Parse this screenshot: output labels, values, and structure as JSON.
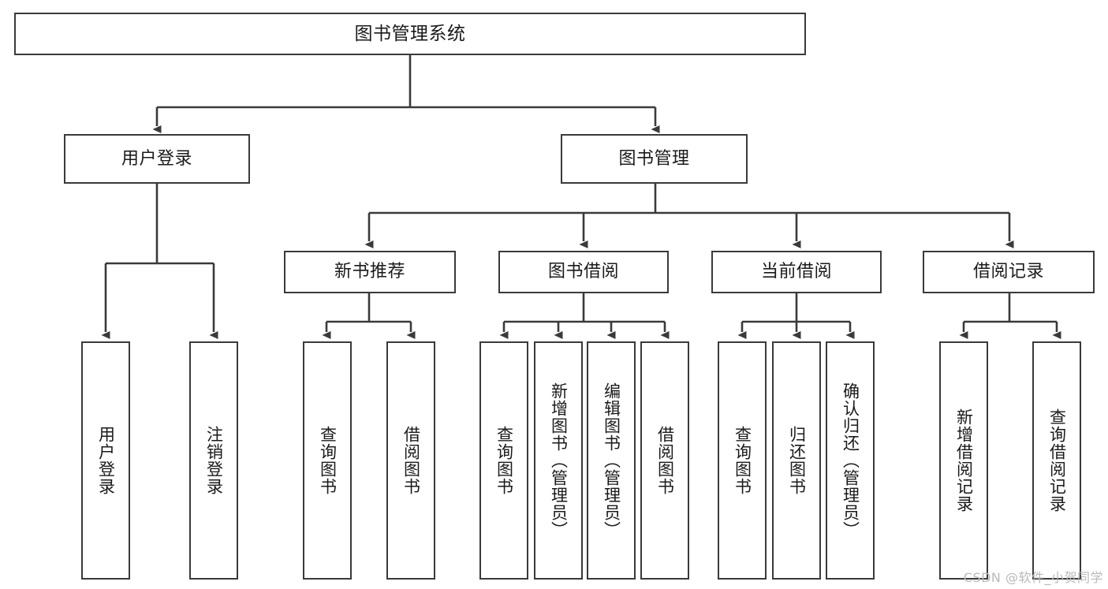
{
  "diagram": {
    "type": "tree",
    "title": "图书管理系统",
    "stroke_color": "#3a3a3a",
    "box_fill": "#ffffff",
    "text_color": "#1a1a1a",
    "root": {
      "id": "root",
      "label": "图书管理系统"
    },
    "level2": [
      {
        "id": "user-login",
        "label": "用户登录"
      },
      {
        "id": "book-management",
        "label": "图书管理"
      }
    ],
    "level3": [
      {
        "id": "new-book-recommend",
        "label": "新书推荐"
      },
      {
        "id": "book-borrow",
        "label": "图书借阅"
      },
      {
        "id": "current-borrow",
        "label": "当前借阅"
      },
      {
        "id": "borrow-record",
        "label": "借阅记录"
      }
    ],
    "leaves": {
      "user_login": [
        {
          "id": "leaf-user-login",
          "label": "用户登录"
        },
        {
          "id": "leaf-logout-login",
          "label": "注销登录"
        }
      ],
      "new_book_recommend": [
        {
          "id": "leaf-query-book-1",
          "label": "查询图书"
        },
        {
          "id": "leaf-borrow-book-1",
          "label": "借阅图书"
        }
      ],
      "book_borrow": [
        {
          "id": "leaf-query-book-2",
          "label": "查询图书"
        },
        {
          "id": "leaf-add-book",
          "label": "新增图书（管理员）"
        },
        {
          "id": "leaf-edit-book",
          "label": "编辑图书（管理员）"
        },
        {
          "id": "leaf-borrow-book-2",
          "label": "借阅图书"
        }
      ],
      "current_borrow": [
        {
          "id": "leaf-query-book-3",
          "label": "查询图书"
        },
        {
          "id": "leaf-return-book",
          "label": "归还图书"
        },
        {
          "id": "leaf-confirm-return",
          "label": "确认归还（管理员）"
        }
      ],
      "borrow_record": [
        {
          "id": "leaf-add-record",
          "label": "新增借阅记录"
        },
        {
          "id": "leaf-query-record",
          "label": "查询借阅记录"
        }
      ]
    }
  },
  "watermark": {
    "text": "CSDN @软件_小贺同学"
  }
}
